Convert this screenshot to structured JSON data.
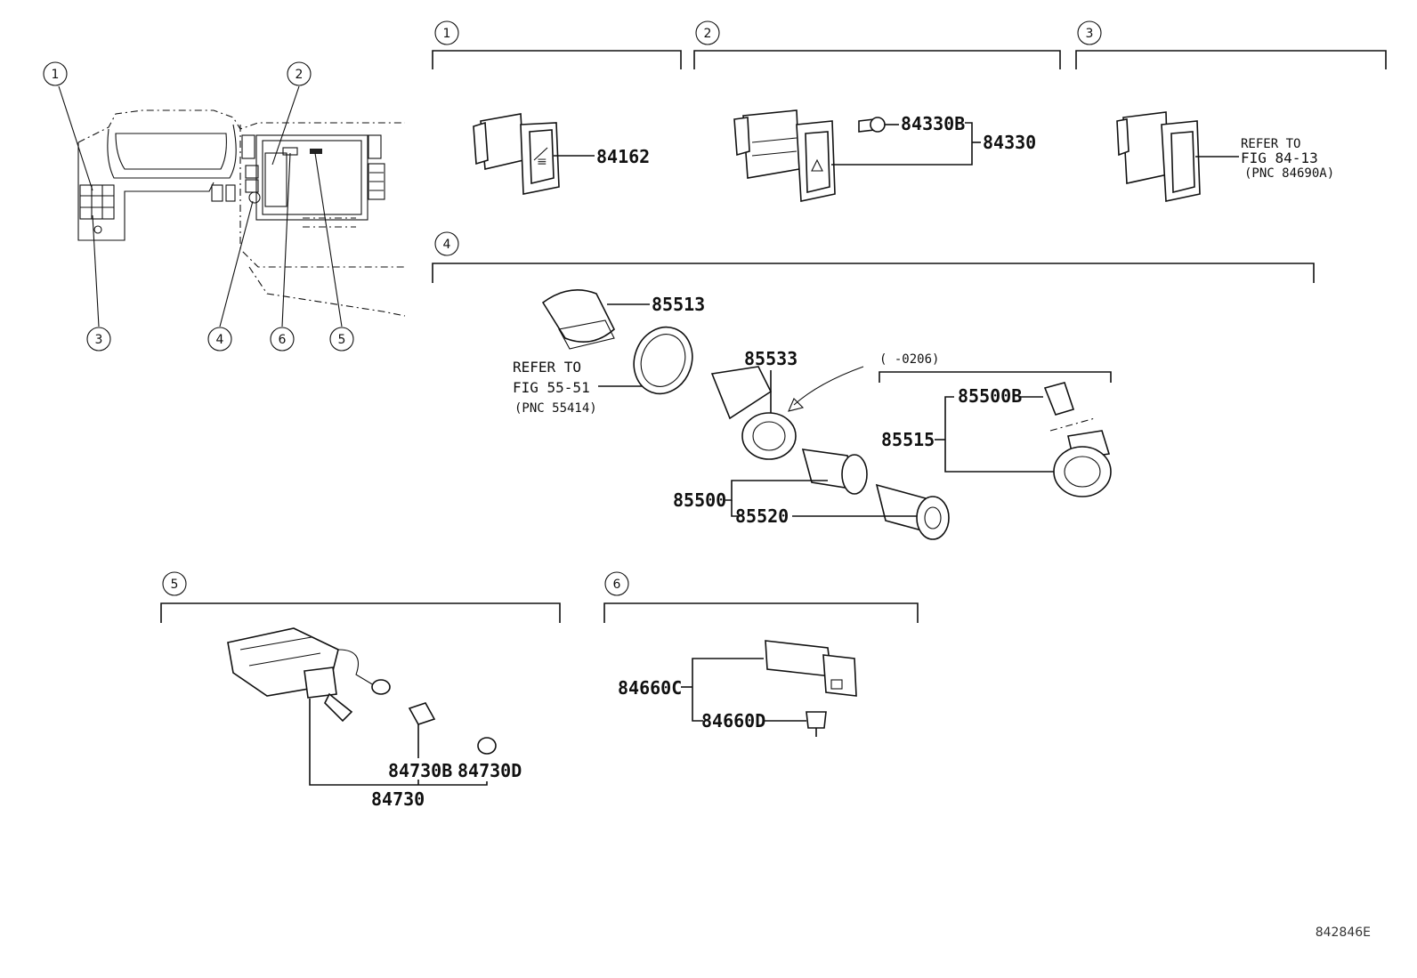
{
  "diagram": {
    "callouts": [
      "1",
      "2",
      "3",
      "4",
      "5",
      "6"
    ],
    "sections": {
      "s1": {
        "number": "1",
        "parts": [
          "84162"
        ]
      },
      "s2": {
        "number": "2",
        "parts": [
          "84330B",
          "84330"
        ]
      },
      "s3": {
        "number": "3",
        "refer": [
          "REFER TO",
          "FIG 84-13",
          "(PNC 84690A)"
        ]
      },
      "s4": {
        "number": "4",
        "parts": [
          "85513",
          "85533",
          "85515",
          "85500B",
          "85500",
          "85520"
        ],
        "refer": [
          "REFER TO",
          "FIG 55-51",
          "(PNC 55414)"
        ],
        "date_range": "(      -0206)"
      },
      "s5": {
        "number": "5",
        "parts": [
          "84730B",
          "84730D",
          "84730"
        ]
      },
      "s6": {
        "number": "6",
        "parts": [
          "84660C",
          "84660D"
        ]
      }
    },
    "figure_id": "842846E"
  }
}
